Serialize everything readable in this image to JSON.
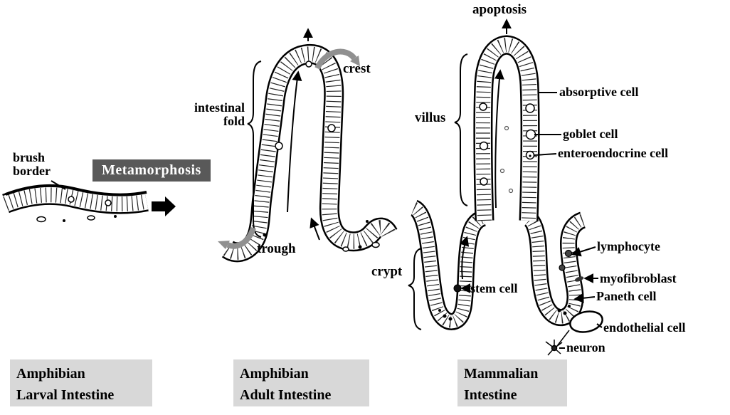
{
  "annotations": {
    "apoptosis": "apoptosis",
    "brush_border_1": "brush",
    "brush_border_2": "border",
    "intestinal_fold_1": "intestinal",
    "intestinal_fold_2": "fold",
    "crest": "crest",
    "trough": "trough",
    "villus": "villus",
    "crypt": "crypt",
    "stem_cell": "stem cell",
    "absorptive_cell": "absorptive cell",
    "goblet_cell": "goblet cell",
    "enteroendocrine_cell": "enteroendocrine cell",
    "lymphocyte": "lymphocyte",
    "myofibroblast": "myofibroblast",
    "paneth_cell": "Paneth cell",
    "endothelial_cell": "endothelial cell",
    "neuron": "neuron"
  },
  "metamorphosis": {
    "label": "Metamorphosis"
  },
  "panels": [
    {
      "line1": "Amphibian",
      "line2": "Larval Intestine"
    },
    {
      "line1": "Amphibian",
      "line2": "Adult Intestine"
    },
    {
      "line1": "Mammalian",
      "line2": "Intestine"
    }
  ],
  "colors": {
    "background": "#ffffff",
    "ink": "#000000",
    "metamorphosis_bg": "#595959",
    "metamorphosis_text": "#ffffff",
    "panel_bg": "#d8d8d8",
    "gray_arrow": "#909090"
  }
}
